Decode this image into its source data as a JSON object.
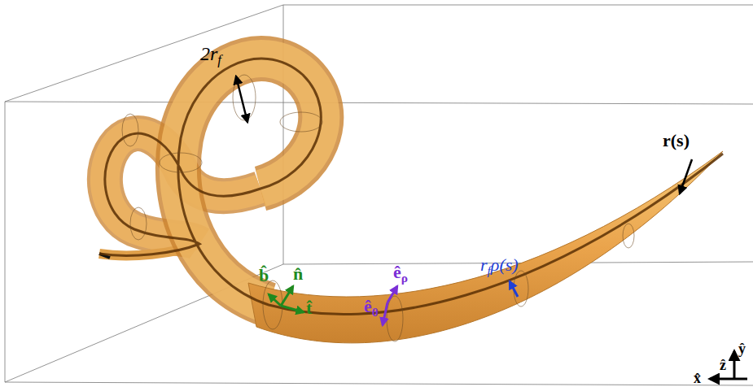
{
  "diagram": {
    "labels": [
      "2rf",
      "r(s)",
      "n̂",
      "b̂",
      "t̂",
      "êρ",
      "êθ",
      "rfρ(s)",
      "ŷ",
      "ẑ",
      "x̂"
    ]
  }
}
